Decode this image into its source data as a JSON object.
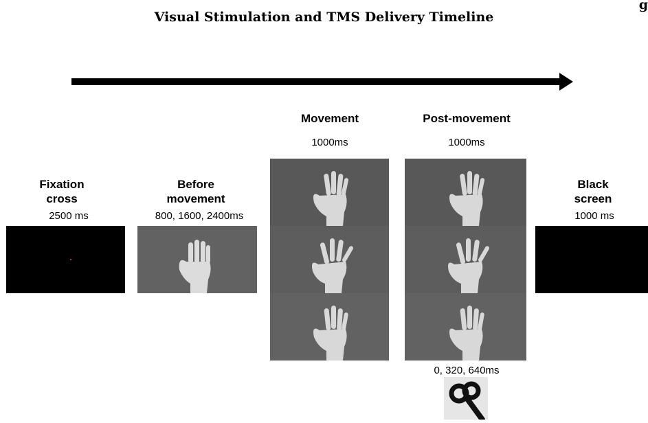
{
  "title": "Visual Stimulation and TMS Delivery Timeline",
  "corner_text": "g",
  "stages": {
    "fixation": {
      "label_line1": "Fixation",
      "label_line2": "cross",
      "duration": "2500 ms"
    },
    "before": {
      "label_line1": "Before",
      "label_line2": "movement",
      "duration": "800, 1600, 2400ms"
    },
    "movement": {
      "label": "Movement",
      "duration": "1000ms"
    },
    "post": {
      "label": "Post-movement",
      "duration": "1000ms",
      "tms_timing": "0, 320, 640ms"
    },
    "black": {
      "label_line1": "Black",
      "label_line2": "screen",
      "duration": "1000 ms"
    }
  },
  "icons": [
    "arrow-right-icon",
    "hand-icon",
    "tms-coil-icon"
  ]
}
